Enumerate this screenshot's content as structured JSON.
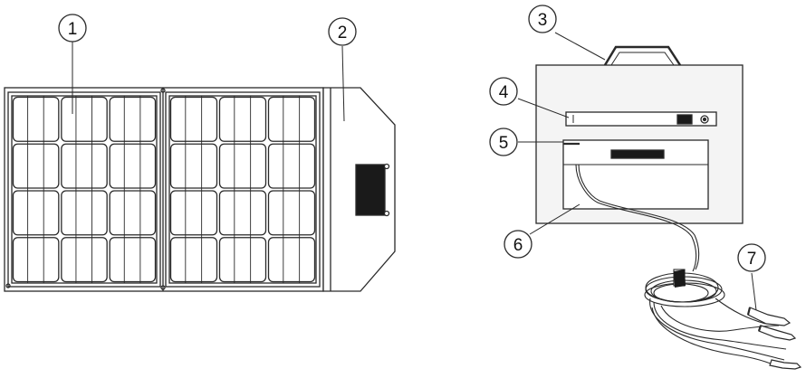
{
  "callouts": [
    {
      "id": "1",
      "label": "1",
      "part": "folding-solar-panel"
    },
    {
      "id": "2",
      "label": "2",
      "part": "junction-flap"
    },
    {
      "id": "3",
      "label": "3",
      "part": "carry-bag-handle"
    },
    {
      "id": "4",
      "label": "4",
      "part": "strap-unit"
    },
    {
      "id": "5",
      "label": "5",
      "part": "storage-pocket"
    },
    {
      "id": "6",
      "label": "6",
      "part": "output-cable"
    },
    {
      "id": "7",
      "label": "7",
      "part": "connector-clips"
    }
  ],
  "colors": {
    "line": "#2a2a2a",
    "stroke_light": "#555555",
    "fill_dark": "#1a1a1a",
    "bag_fill": "#f4f4f4",
    "background": "#ffffff"
  },
  "icons": [
    "solar-cell-grid",
    "junction-box",
    "handle",
    "cable-coil",
    "alligator-clip"
  ]
}
